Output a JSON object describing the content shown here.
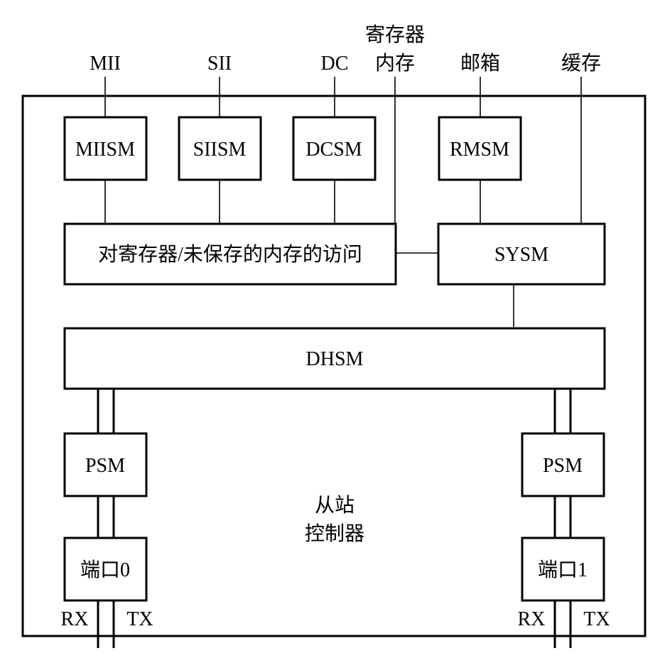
{
  "top_labels": {
    "mii": "MII",
    "sii": "SII",
    "dc": "DC",
    "reg_mem_line1": "寄存器",
    "reg_mem_line2": "内存",
    "mailbox": "邮箱",
    "buffer": "缓存"
  },
  "boxes": {
    "miism": "MIISM",
    "siism": "SIISM",
    "dcsm": "DCSM",
    "rmsm": "RMSM",
    "access": "对寄存器/未保存的内存的访问",
    "sysm": "SYSM",
    "dhsm": "DHSM",
    "psm_left": "PSM",
    "psm_right": "PSM",
    "port0": "端口0",
    "port1": "端口1"
  },
  "center_label": {
    "line1": "从站",
    "line2": "控制器"
  },
  "port_signals": {
    "left_rx": "RX",
    "left_tx": "TX",
    "right_rx": "RX",
    "right_tx": "TX"
  }
}
